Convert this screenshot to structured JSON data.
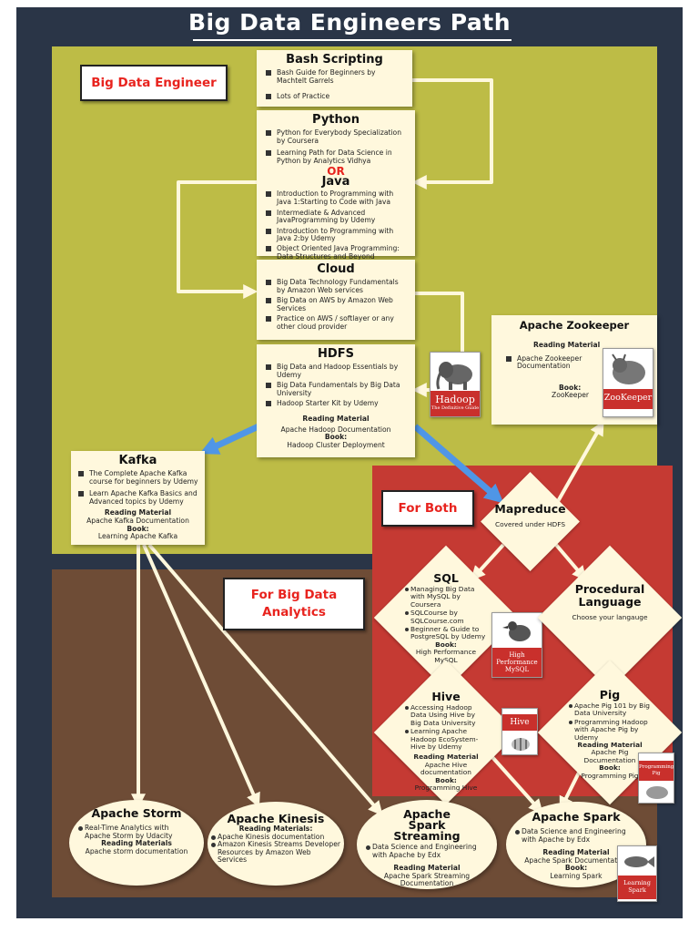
{
  "title": "Big Data Engineers Path",
  "labels": {
    "engineer": "Big Data  Engineer",
    "both": "For Both",
    "analytics": "For Big Data Analytics"
  },
  "colors": {
    "frame": "#2a3547",
    "engineer_zone": "#bdbc46",
    "both_zone": "#c53a33",
    "analytics_zone": "#6e4c36",
    "card": "#fff8dd",
    "connector": "#fff8dd",
    "split_arrow": "#4f96e6",
    "label_text": "#e8231e"
  },
  "bash": {
    "title": "Bash Scripting",
    "items": [
      "Bash Guide for Beginners by Machtelt Garrels",
      "Lots of Practice"
    ]
  },
  "python": {
    "title": "Python",
    "items": [
      "Python for Everybody Specialization by Coursera",
      "Learning Path for Data Science in Python by Analytics Vidhya"
    ],
    "or_label": "OR"
  },
  "java": {
    "title": "Java",
    "items": [
      "Introduction to Programming with Java 1:Starting to Code with Java",
      "Intermediate & Advanced JavaProgramming by Udemy",
      "Introduction to Programming with Java 2:by Udemy",
      "Object Oriented Java Programming: Data Structures and Beyond Specialization by  Coursera"
    ]
  },
  "cloud": {
    "title": "Cloud",
    "items": [
      "Big Data Technology Fundamentals by Amazon Web services",
      "Big Data on AWS by Amazon Web Services",
      "Practice on AWS / softlayer or any other cloud provider"
    ]
  },
  "hdfs": {
    "title": "HDFS",
    "items": [
      "Big Data and Hadoop Essentials by Udemy",
      "Big Data Fundamentals by Big Data University",
      "Hadoop Starter Kit by Udemy"
    ],
    "reading_label": "Reading Material",
    "reading": "Apache Hadoop Documentation",
    "book_label": "Book:",
    "book": "Hadoop Cluster Deployment"
  },
  "zookeeper": {
    "title": "Apache Zookeeper",
    "reading_label": "Reading Material",
    "items": [
      "Apache Zookeeper Documentation"
    ],
    "book_label": "Book:",
    "book": "ZooKeeper"
  },
  "kafka": {
    "title": "Kafka",
    "items": [
      "The Complete Apache Kafka course for beginners by Udemy",
      "Learn Apache Kafka Basics and Advanced topics by Udemy"
    ],
    "reading_label": "Reading Material",
    "reading": "Apache Kafka Documentation",
    "book_label": "Book:",
    "book": "Learning Apache Kafka"
  },
  "mapreduce": {
    "title": "Mapreduce",
    "text": "Covered under HDFS"
  },
  "sql": {
    "title": "SQL",
    "items": [
      "Managing Big Data with MySQL by Coursera",
      "SQLCourse by SQLCourse.com",
      "Beginner & Guide to PostgreSQL by Udemy"
    ],
    "book_label": "Book:",
    "book": "High Performance MySQL"
  },
  "procedural": {
    "title": "Procedural Language",
    "text": "Choose your langauge"
  },
  "hive": {
    "title": "Hive",
    "items": [
      "Accessing Hadoop Data Using Hive by Big Data University",
      "Learning Apache Hadoop EcoSystem- Hive by Udemy"
    ],
    "reading_label": "Reading Material",
    "reading": "Apache Hive documentation",
    "book_label": "Book:",
    "book": "Programming Hive"
  },
  "pig": {
    "title": "Pig",
    "items": [
      "Apache Pig 101 by Big Data University",
      "Programming Hadoop with Apache Pig by Udemy"
    ],
    "reading_label": "Reading Material",
    "reading": "Apache Pig Documentation",
    "book_label": "Book:",
    "book": "Programming Pig"
  },
  "storm": {
    "title": "Apache Storm",
    "items": [
      "Real-Time Analytics with Apache Storm by Udacity"
    ],
    "reading_label": "Reading Materials",
    "reading": "Apache storm documentation"
  },
  "kinesis": {
    "title": "Apache Kinesis",
    "reading_label": "Reading Materials:",
    "items": [
      "Apache Kinesis documentation",
      "Amazon Kinesis Streams Developer Resources by Amazon Web Services"
    ]
  },
  "spark_streaming": {
    "title": "Apache Spark Streaming",
    "items": [
      "Data Science and Engineering with Apache by Edx"
    ],
    "reading_label": "Reading Material",
    "reading": "Apache Spark Streaming Documentation"
  },
  "spark": {
    "title": "Apache Spark",
    "items": [
      "Data Science and Engineering with Apache by Edx"
    ],
    "reading_label": "Reading Material",
    "reading": "Apache Spark Documentation",
    "book_label": "Book:",
    "book": "Learning Spark"
  },
  "book_covers": {
    "hadoop": {
      "title": "Hadoop",
      "subtitle": "The Definitive Guide",
      "icon": "elephant-icon"
    },
    "zookeeper": {
      "title": "ZooKeeper",
      "icon": "animal-icon"
    },
    "mysql": {
      "title": "High Performance MySQL",
      "icon": "bird-icon"
    },
    "hive": {
      "title": "Hive",
      "icon": "bee-icon"
    },
    "pig": {
      "title": "Programming Pig",
      "icon": "pig-icon"
    },
    "spark": {
      "title": "Learning Spark",
      "icon": "fish-icon"
    }
  }
}
